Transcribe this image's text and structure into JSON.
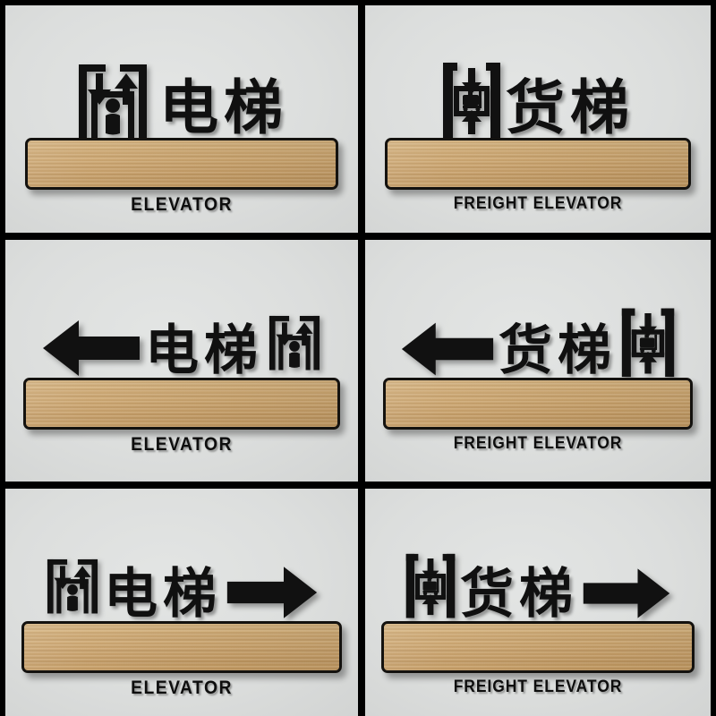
{
  "image": {
    "title": "Elevator and Freight Elevator Acrylic Wall Signs",
    "layout": "2 columns x 3 rows product grid",
    "background_color": "#dcdedd",
    "divider_color": "#000000",
    "wood_color": "#cfa871",
    "text_color": "#101010"
  },
  "signs": [
    {
      "id": "elevator-up-down",
      "row": 1,
      "column": 1,
      "chinese": "电梯",
      "english": "ELEVATOR",
      "icon": "elevator-person-icon",
      "arrow": "none",
      "arrow_direction": "",
      "order": "icon-then-text"
    },
    {
      "id": "freight-elevator-up-down",
      "row": 1,
      "column": 2,
      "chinese": "货梯",
      "english": "FREIGHT ELEVATOR",
      "icon": "freight-elevator-cart-icon",
      "arrow": "none",
      "arrow_direction": "",
      "order": "icon-then-text"
    },
    {
      "id": "elevator-left",
      "row": 2,
      "column": 1,
      "chinese": "电梯",
      "english": "ELEVATOR",
      "icon": "elevator-person-icon",
      "arrow": "arrow-left-icon",
      "arrow_direction": "left",
      "order": "arrow-text-icon"
    },
    {
      "id": "freight-elevator-left",
      "row": 2,
      "column": 2,
      "chinese": "货梯",
      "english": "FREIGHT ELEVATOR",
      "icon": "freight-elevator-cart-icon",
      "arrow": "arrow-left-icon",
      "arrow_direction": "left",
      "order": "arrow-text-icon"
    },
    {
      "id": "elevator-right",
      "row": 3,
      "column": 1,
      "chinese": "电梯",
      "english": "ELEVATOR",
      "icon": "elevator-person-icon",
      "arrow": "arrow-right-icon",
      "arrow_direction": "right",
      "order": "icon-text-arrow"
    },
    {
      "id": "freight-elevator-right",
      "row": 3,
      "column": 2,
      "chinese": "货梯",
      "english": "FREIGHT ELEVATOR",
      "icon": "freight-elevator-cart-icon",
      "arrow": "arrow-right-icon",
      "arrow_direction": "right",
      "order": "icon-text-arrow"
    }
  ]
}
